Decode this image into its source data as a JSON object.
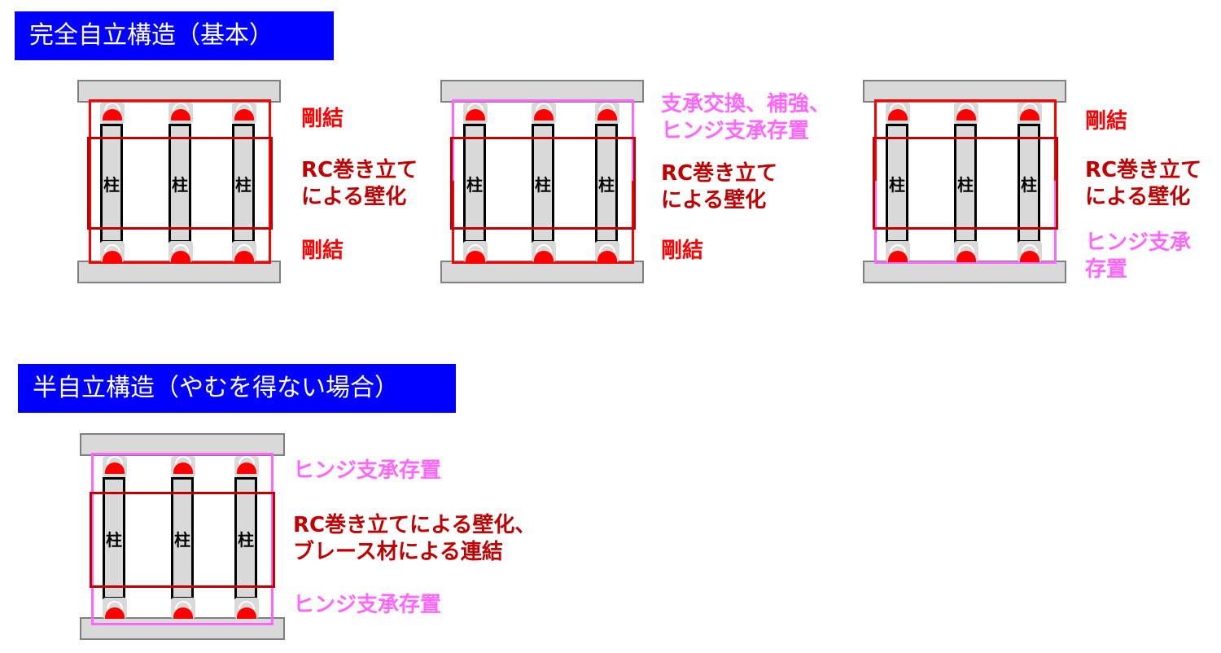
{
  "section1": {
    "header": "完全自立構造（基本）"
  },
  "section2": {
    "header": "半自立構造（やむを得ない場合）"
  },
  "column_label": "柱",
  "diagrams": [
    {
      "labels": {
        "top": "剛結",
        "middle": "RC巻き立て\nによる壁化",
        "bottom": "剛結"
      }
    },
    {
      "labels": {
        "top": "支承交換、補強、\nヒンジ支承存置",
        "middle": "RC巻き立て\nによる壁化",
        "bottom": "剛結"
      }
    },
    {
      "labels": {
        "top": "剛結",
        "middle": "RC巻き立て\nによる壁化",
        "bottom": "ヒンジ支承\n存置"
      }
    },
    {
      "labels": {
        "top": "ヒンジ支承存置",
        "middle": "RC巻き立てによる壁化、\nブレース材による連結",
        "bottom": "ヒンジ支承存置"
      }
    }
  ],
  "colors": {
    "header_bg": "#0000ff",
    "rigid": "#ff0000",
    "wall": "#c00000",
    "hinge": "#ff66ff"
  }
}
